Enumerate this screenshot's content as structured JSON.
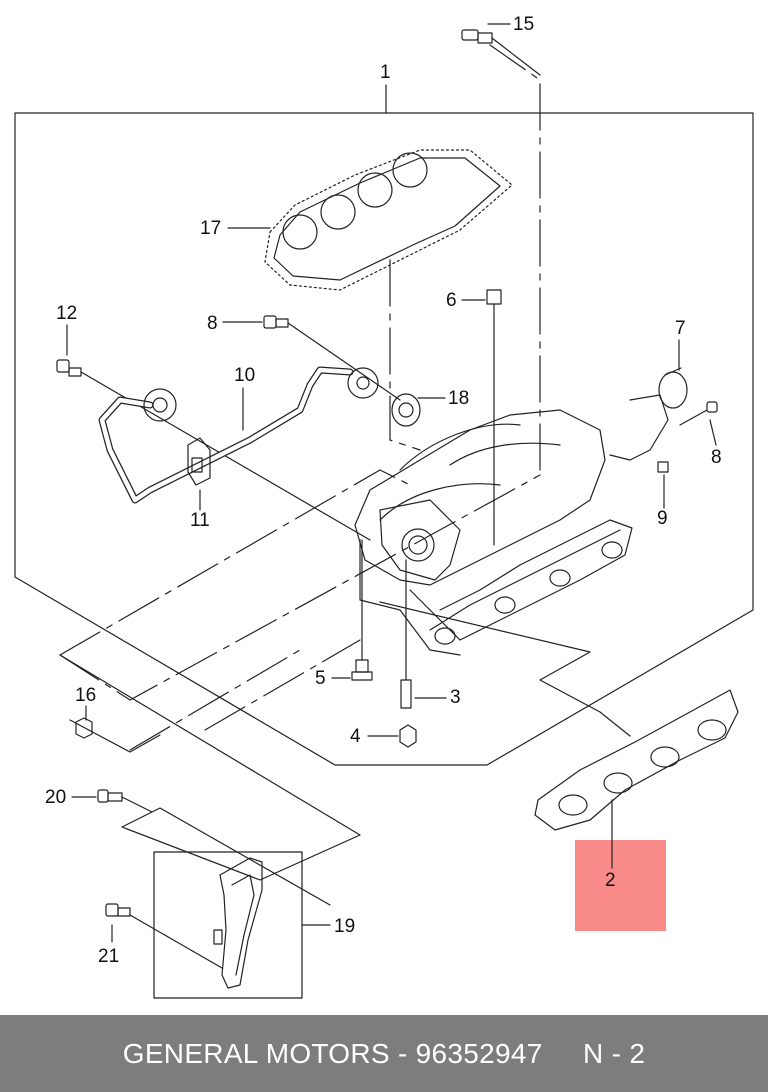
{
  "labels": {
    "p1": "1",
    "p2": "2",
    "p3": "3",
    "p4": "4",
    "p5": "5",
    "p6": "6",
    "p7": "7",
    "p8a": "8",
    "p8b": "8",
    "p9": "9",
    "p10": "10",
    "p11": "11",
    "p12": "12",
    "p15": "15",
    "p16": "16",
    "p17": "17",
    "p18": "18",
    "p19": "19",
    "p20": "20",
    "p21": "21"
  },
  "footer": {
    "text": "GENERAL MOTORS - 96352947     N - 2"
  },
  "colors": {
    "highlight": "#f88a88",
    "footer_bg": "#7d7d7d",
    "line": "#222222"
  }
}
